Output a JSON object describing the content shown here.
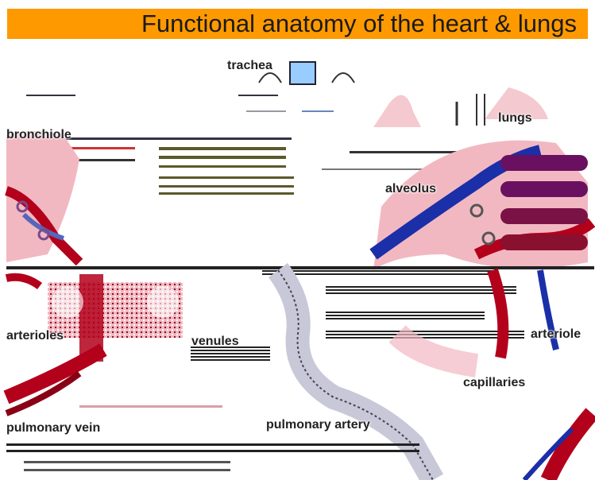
{
  "title": "Functional anatomy of the heart & lungs",
  "labels": {
    "trachea": "trachea",
    "lungs": "lungs",
    "bronchiole": "bronchiole",
    "alveolus": "alveolus",
    "arterioles": "arterioles",
    "venules": "venules",
    "arteriole": "arteriole",
    "capillaries": "capillaries",
    "pulmonary_vein": "pulmonary vein",
    "pulmonary_artery": "pulmonary artery"
  },
  "colors": {
    "banner": "#ff9900",
    "artery_red": "#b3001b",
    "vein_blue": "#1a2fa8",
    "tissue_pink": "#f2b8c2",
    "trachea_blue": "#99ccff"
  }
}
